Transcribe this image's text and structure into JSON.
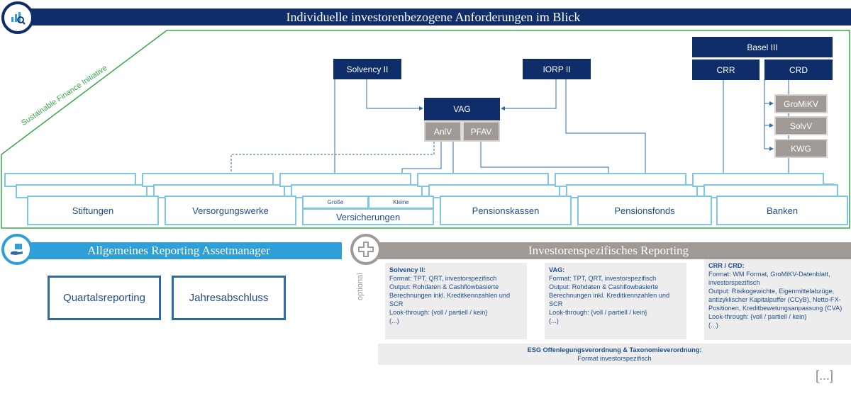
{
  "header": {
    "title": "Individuelle investorenbezogene Anforderungen im Blick"
  },
  "sfi_label": "Sustainable Finance Initiative",
  "regulations": {
    "solvency": "Solvency II",
    "iorp": "IORP II",
    "basel": "Basel III",
    "crr": "CRR",
    "crd": "CRD",
    "vag": "VAG",
    "anlv": "AnlV",
    "pfav": "PFAV",
    "gromikv": "GroMiKV",
    "solvv": "SolvV",
    "kwg": "KWG"
  },
  "investors": {
    "stiftungen": "Stiftungen",
    "versorgungswerke": "Versorgungswerke",
    "versicherungen": "Versicherungen",
    "grosse": "Große",
    "kleine": "Kleine",
    "pensionskassen": "Pensionskassen",
    "pensionsfonds": "Pensionsfonds",
    "banken": "Banken"
  },
  "general": {
    "title": "Allgemeines Reporting Assetmanager",
    "btn1": "Quartalsreporting",
    "btn2": "Jahresabschluss"
  },
  "specific": {
    "title": "Investorenspezifisches Reporting",
    "optional": "optional",
    "solvency": {
      "heading": "Solvency II:",
      "lines": [
        "Format: TPT, QRT, investorspezifisch",
        "Output: Rohdaten & Cashflowbasierte",
        "Berechnungen inkl. Kreditkennzahlen und SCR",
        "Look-through: {voll / partiell / kein}",
        "(...)"
      ]
    },
    "vag": {
      "heading": "VAG:",
      "lines": [
        "Format: TPT, QRT, investorspezifisch",
        "Output: Rohdaten & Cashflowbasierte",
        "Berechnungen inkl. Kreditkennzahlen und SCR",
        "Look-through: {voll / partiell / kein}",
        "(...)"
      ]
    },
    "crr": {
      "heading": "CRR / CRD:",
      "lines": [
        "Format: WM Format, GroMiKV-Datenblatt,",
        "investorspezifisch",
        "Output: Risikogewichte, Eigenmittelabzüge,",
        "antizyklischer Kapitalpuffer (CCyB), Netto-FX-",
        "Positionen, Kreditbewetungsanpassung (CVA)",
        "Look-through: {voll / partiell / kein}",
        "(...)"
      ]
    },
    "esg": {
      "heading": "ESG Offenlegungsverordnung & Taxonomieverordnung:",
      "line": "Format investorspezifisch"
    }
  },
  "ellipsis": "[...]",
  "colors": {
    "navy": "#0f2d69",
    "lightblue": "#7fc7e3",
    "green": "#3aa64a",
    "grey": "#a09a97",
    "skyblue": "#2f9fd8",
    "panel": "#ededed"
  }
}
